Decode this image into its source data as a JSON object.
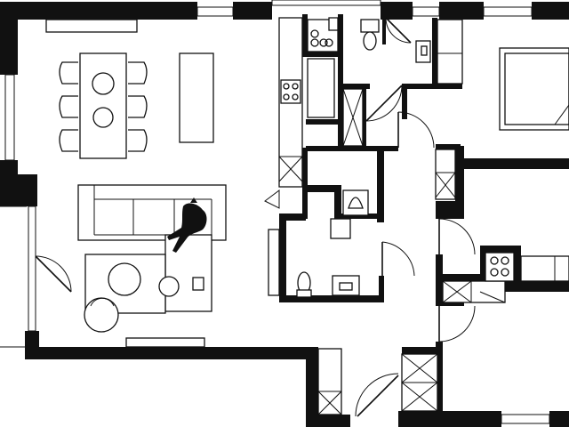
{
  "colors": {
    "wall": "#111111",
    "background": "#ffffff"
  },
  "drawing": {
    "type": "floor-plan",
    "rooms": [
      "living-dining",
      "kitchen",
      "bathroom",
      "wc",
      "hallway",
      "bedroom"
    ],
    "labels": []
  }
}
